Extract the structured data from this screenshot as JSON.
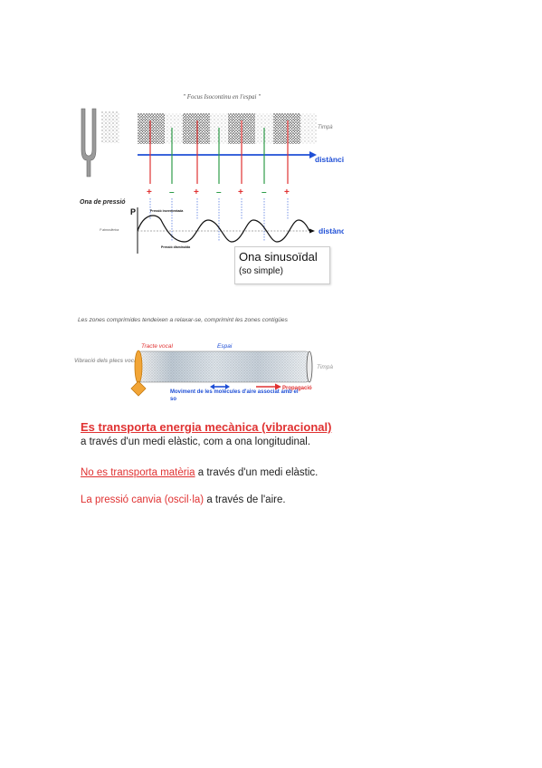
{
  "figure1": {
    "title": "\" Focus Isocontinu en l'espai \"",
    "timpa_label": "Timpà",
    "distancia_top": "distància",
    "distancia_bottom": "distància",
    "ona_pressio": "Ona de pressió",
    "p_label": "P",
    "pressio_incrementada": "Pressió incrementada",
    "pressio_atmosferica": "P atmosfèrica",
    "pressio_disminuida": "Pressió disminuïda",
    "signs": [
      "+",
      "–",
      "+",
      "–",
      "+",
      "–",
      "+"
    ],
    "ona_sinusoidal": "Ona sinusoïdal",
    "so_simple": "(so simple)"
  },
  "caption2": "Les zones comprimides tendeixen a relaxar-se, comprimint les zones contigües",
  "figure2": {
    "vibracio": "Vibració dels plecs vocals",
    "tracte_vocal": "Tracte vocal",
    "espai": "Espai",
    "timpa": "Timpà",
    "moviment": "Moviment de les molècules d'aire associat amb el so",
    "propagacio": "Propagació"
  },
  "text": {
    "p1_head": "Es transporta energia mecànica (vibracional)",
    "p1_body": "a través d'un medi elàstic, com a ona longitudinal.",
    "p2_red": "No es transporta matèria",
    "p2_rest": " a través d'un medi elàstic.",
    "p3_red": "La pressió canvia (oscil·la)",
    "p3_rest": " a través de l'aire."
  },
  "colors": {
    "red": "#e03232",
    "blue": "#1f4fd6",
    "green": "#2e9d4a"
  }
}
